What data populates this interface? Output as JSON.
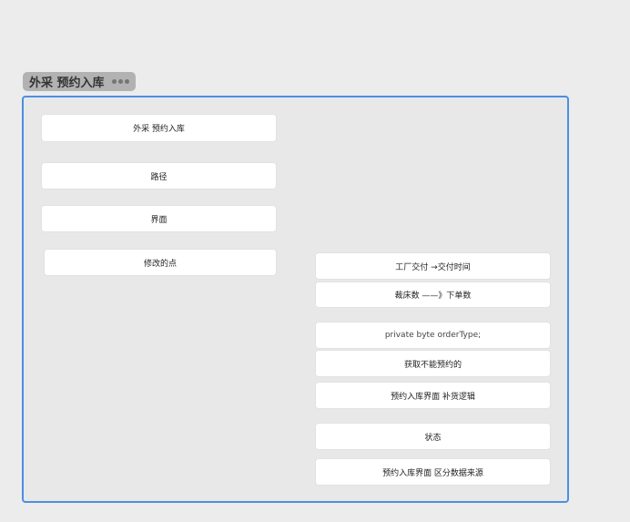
{
  "frame": {
    "title": "外采 预约入库"
  },
  "notes": [
    {
      "id": "n1",
      "label": "外采 预约入库"
    },
    {
      "id": "n2",
      "label": "路径"
    },
    {
      "id": "n3",
      "label": "界面"
    },
    {
      "id": "n4",
      "label": "修改的点"
    },
    {
      "id": "n5",
      "label": "工厂交付 →交付时间"
    },
    {
      "id": "n6",
      "label": "裁床数 ——》下单数"
    },
    {
      "id": "n7",
      "label": "private byte orderType;"
    },
    {
      "id": "n8",
      "label": "获取不能预约的"
    },
    {
      "id": "n9",
      "label": "预约入库界面 补货逻辑"
    },
    {
      "id": "n10",
      "label": "状态"
    },
    {
      "id": "n11",
      "label": "预约入库界面 区分数据来源"
    }
  ]
}
